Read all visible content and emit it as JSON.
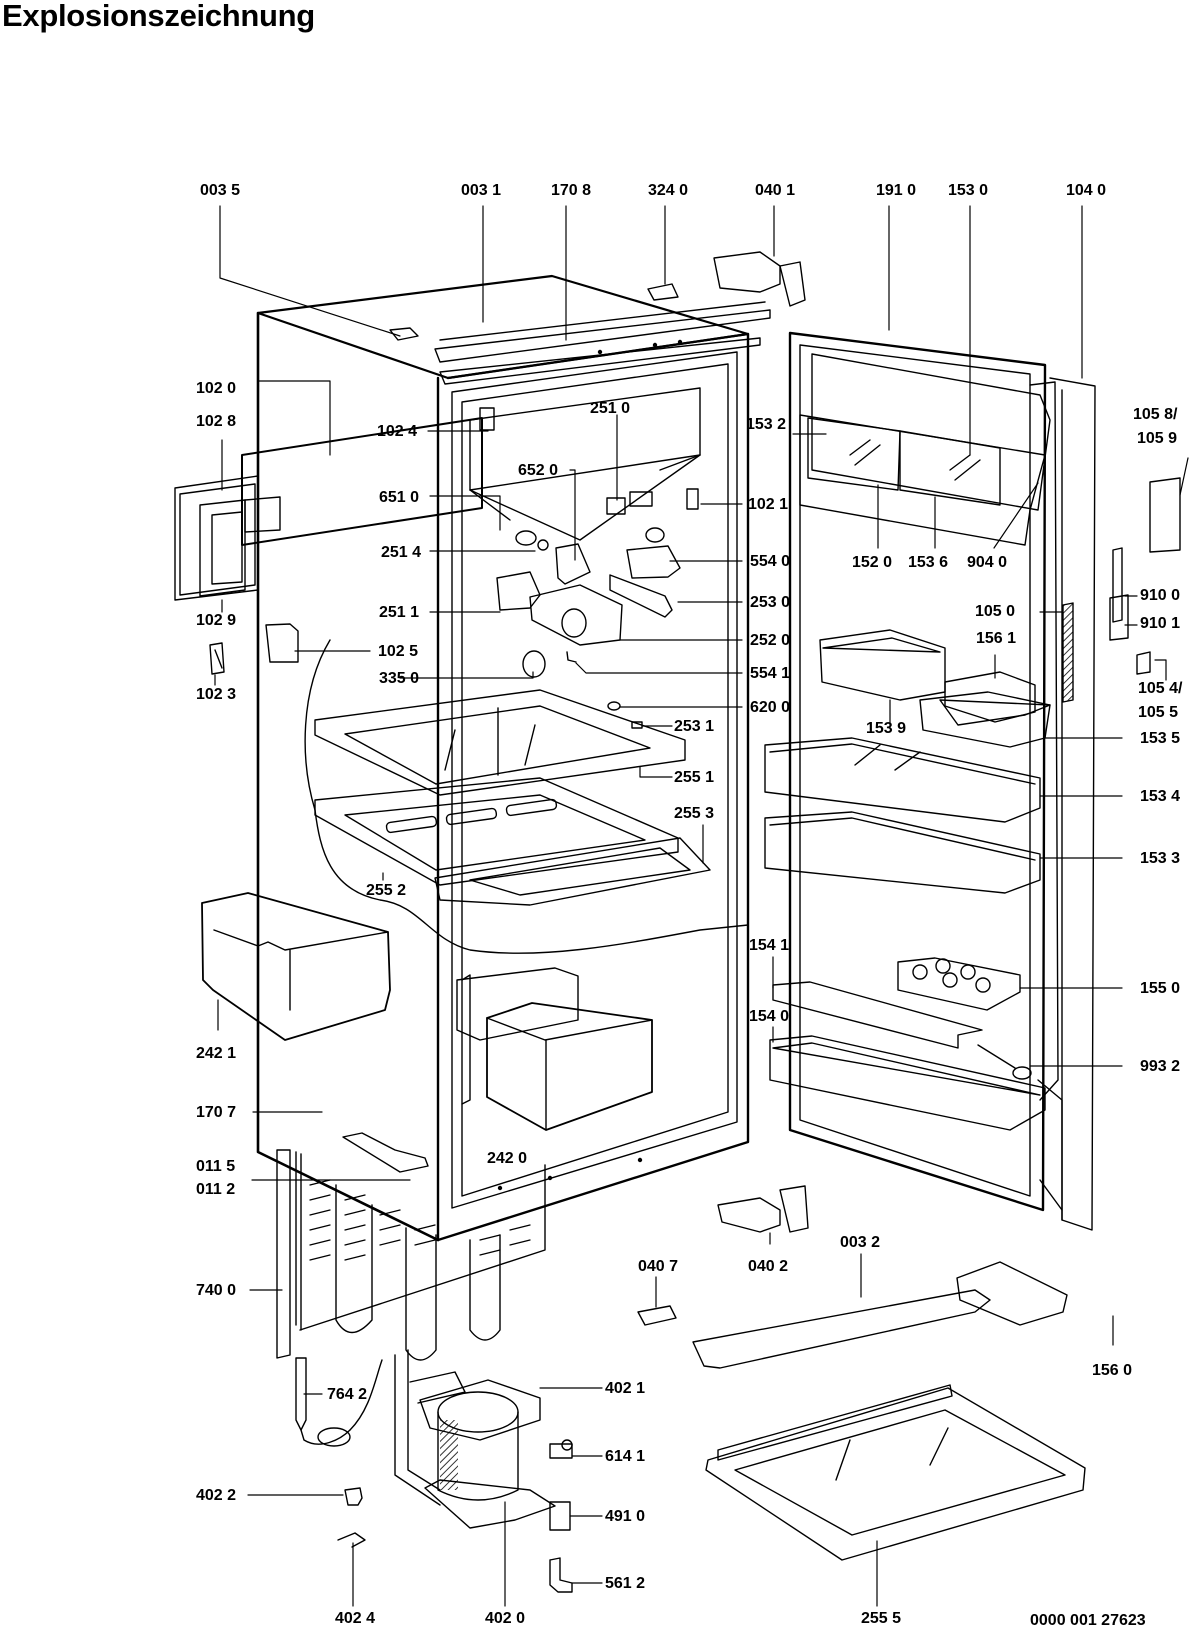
{
  "title": "Explosionszeichnung",
  "document_id": "0000 001 27623",
  "parts": [
    {
      "id": "003_5",
      "label": "003 5"
    },
    {
      "id": "003_1",
      "label": "003 1"
    },
    {
      "id": "170_8",
      "label": "170 8"
    },
    {
      "id": "324_0",
      "label": "324 0"
    },
    {
      "id": "040_1",
      "label": "040 1"
    },
    {
      "id": "191_0",
      "label": "191 0"
    },
    {
      "id": "153_0",
      "label": "153 0"
    },
    {
      "id": "104_0",
      "label": "104 0"
    },
    {
      "id": "102_0",
      "label": "102 0"
    },
    {
      "id": "102_8",
      "label": "102 8"
    },
    {
      "id": "102_4",
      "label": "102 4"
    },
    {
      "id": "251_0",
      "label": "251 0"
    },
    {
      "id": "652_0",
      "label": "652 0"
    },
    {
      "id": "651_0",
      "label": "651 0"
    },
    {
      "id": "251_4",
      "label": "251 4"
    },
    {
      "id": "251_1",
      "label": "251 1"
    },
    {
      "id": "102_9",
      "label": "102 9"
    },
    {
      "id": "102_5",
      "label": "102 5"
    },
    {
      "id": "102_3",
      "label": "102 3"
    },
    {
      "id": "335_0",
      "label": "335 0"
    },
    {
      "id": "102_1",
      "label": "102 1"
    },
    {
      "id": "554_0",
      "label": "554 0"
    },
    {
      "id": "253_0",
      "label": "253 0"
    },
    {
      "id": "252_0",
      "label": "252 0"
    },
    {
      "id": "554_1",
      "label": "554 1"
    },
    {
      "id": "620_0",
      "label": "620 0"
    },
    {
      "id": "253_1",
      "label": "253 1"
    },
    {
      "id": "255_1",
      "label": "255 1"
    },
    {
      "id": "255_3",
      "label": "255 3"
    },
    {
      "id": "255_2",
      "label": "255 2"
    },
    {
      "id": "153_2",
      "label": "153 2"
    },
    {
      "id": "152_0",
      "label": "152 0"
    },
    {
      "id": "153_6",
      "label": "153 6"
    },
    {
      "id": "904_0",
      "label": "904 0"
    },
    {
      "id": "105_8_9",
      "label": "105 8/",
      "label2": "105 9"
    },
    {
      "id": "910_0",
      "label": "910 0"
    },
    {
      "id": "910_1",
      "label": "910 1"
    },
    {
      "id": "105_0",
      "label": "105 0"
    },
    {
      "id": "156_1",
      "label": "156 1"
    },
    {
      "id": "105_4_5",
      "label": "105 4/",
      "label2": "105 5"
    },
    {
      "id": "153_9",
      "label": "153 9"
    },
    {
      "id": "153_5",
      "label": "153 5"
    },
    {
      "id": "153_4",
      "label": "153 4"
    },
    {
      "id": "153_3",
      "label": "153 3"
    },
    {
      "id": "154_1",
      "label": "154 1"
    },
    {
      "id": "155_0",
      "label": "155 0"
    },
    {
      "id": "154_0",
      "label": "154 0"
    },
    {
      "id": "993_2",
      "label": "993 2"
    },
    {
      "id": "242_1",
      "label": "242 1"
    },
    {
      "id": "242_0",
      "label": "242 0"
    },
    {
      "id": "170_7",
      "label": "170 7"
    },
    {
      "id": "011_5",
      "label": "011 5"
    },
    {
      "id": "011_2",
      "label": "011 2"
    },
    {
      "id": "740_0",
      "label": "740 0"
    },
    {
      "id": "764_2",
      "label": "764 2"
    },
    {
      "id": "402_1",
      "label": "402 1"
    },
    {
      "id": "402_2",
      "label": "402 2"
    },
    {
      "id": "402_4",
      "label": "402 4"
    },
    {
      "id": "402_0",
      "label": "402 0"
    },
    {
      "id": "614_1",
      "label": "614 1"
    },
    {
      "id": "491_0",
      "label": "491 0"
    },
    {
      "id": "561_2",
      "label": "561 2"
    },
    {
      "id": "040_7",
      "label": "040 7"
    },
    {
      "id": "040_2",
      "label": "040 2"
    },
    {
      "id": "003_2",
      "label": "003 2"
    },
    {
      "id": "156_0",
      "label": "156 0"
    },
    {
      "id": "255_5",
      "label": "255 5"
    }
  ]
}
